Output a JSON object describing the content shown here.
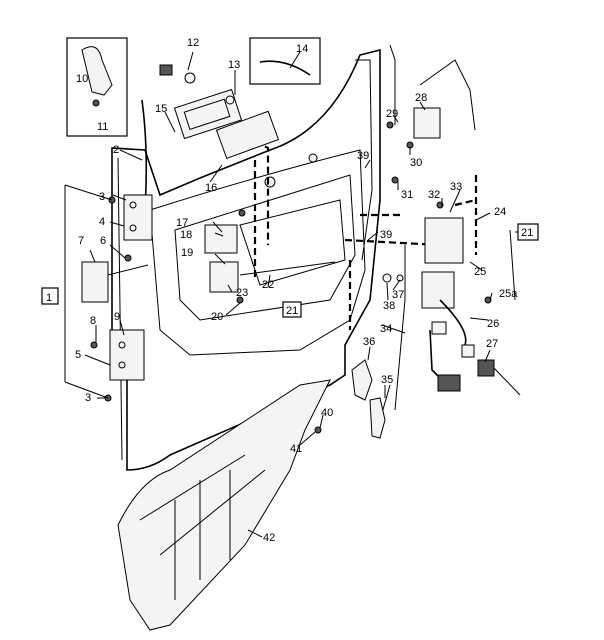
{
  "callouts": [
    "1",
    "2",
    "3",
    "4",
    "5",
    "6",
    "7",
    "8",
    "9",
    "10",
    "11",
    "12",
    "13",
    "14",
    "15",
    "16",
    "17",
    "18",
    "19",
    "20",
    "21",
    "22",
    "23",
    "24",
    "25",
    "25a",
    "26",
    "27",
    "28",
    "29",
    "30",
    "31",
    "32",
    "33",
    "34",
    "35",
    "36",
    "37",
    "38",
    "39",
    "40",
    "41",
    "42"
  ],
  "repeat_labels": {
    "label_3b": "3",
    "label_21b": "21",
    "label_39b": "39"
  },
  "icons": [
    "door-frame",
    "door-inner-panel",
    "hinge",
    "handle",
    "lock-mechanism",
    "trim-panel",
    "rod",
    "screw",
    "connector"
  ]
}
